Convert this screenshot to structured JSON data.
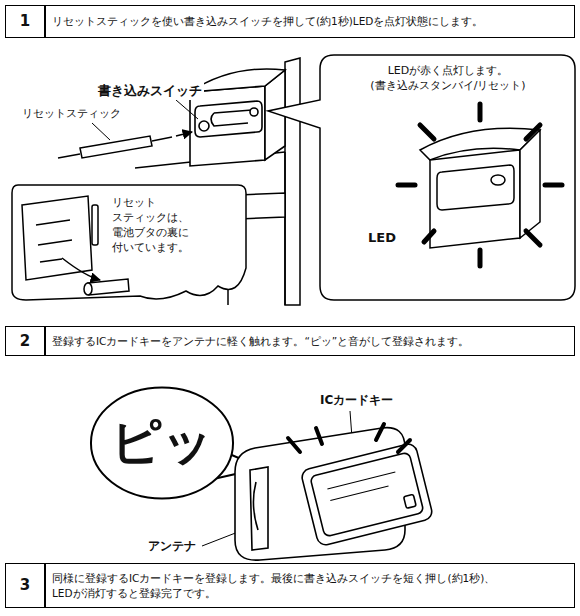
{
  "diagram": {
    "nodes": [
      {
        "text": [
          "1"
        ]
      },
      {
        "text": [
          "リセットスティックを使い書き込みスイッチを押して(約1秒)LEDを点灯状態にします。"
        ]
      },
      {
        "text": [
          "LEDが赤く点灯します。 (書き込みスタンバイ/リセット)"
        ]
      },
      {
        "text": [
          "リセット スティックは、 電池ブタの裏に 付いています。"
        ]
      },
      {
        "text": [
          "2"
        ]
      },
      {
        "text": [
          "登録するICカードキーをアンテナに軽く触れます。“ピッ”と音がして登録されます。"
        ]
      },
      {
        "text": [
          "ピッ"
        ]
      },
      {
        "text": [
          "3"
        ]
      },
      {
        "text": [
          "同様に登録するICカードキーを登録します。最後に書き込みスイッチを短く押し(約1秒)、 LEDが消灯すると登録完了です。"
        ]
      }
    ],
    "labels": [
      "書き込みスイッチ",
      "リセットスティック",
      "LED",
      "ICカードキー",
      "アンテナ"
    ]
  }
}
